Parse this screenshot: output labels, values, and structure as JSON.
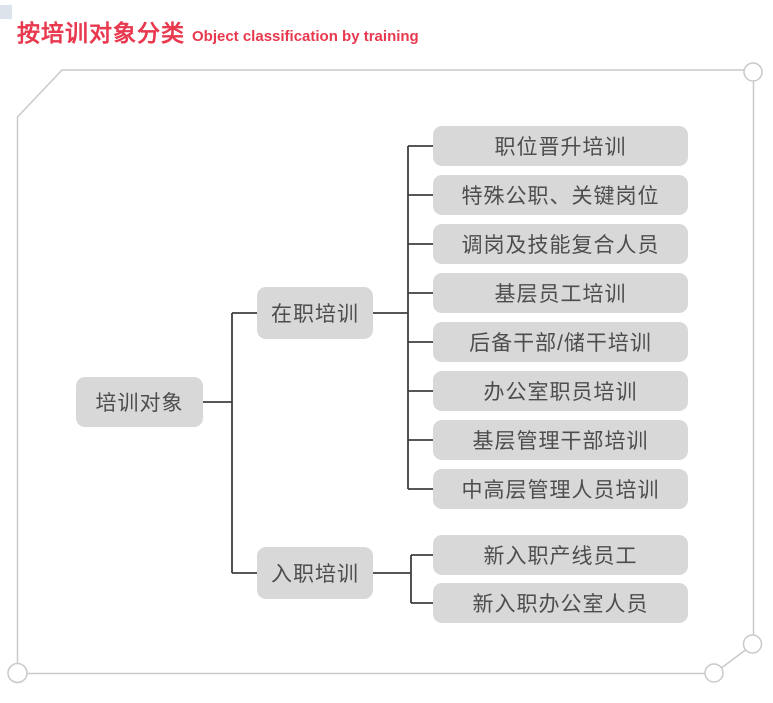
{
  "title": {
    "zh": "按培训对象分类",
    "en": "Object classification by training"
  },
  "colors": {
    "title_red": "#e8394e",
    "node_fill": "#d8d8d8",
    "node_text": "#4d4d4d",
    "connector_line": "#3f3f3f",
    "frame_line": "#c9c9c9"
  },
  "tree": {
    "root": "培训对象",
    "groups": [
      {
        "label": "在职培训",
        "children": [
          "职位晋升培训",
          "特殊公职、关键岗位",
          "调岗及技能复合人员",
          "基层员工培训",
          "后备干部/储干培训",
          "办公室职员培训",
          "基层管理干部培训",
          "中高层管理人员培训"
        ]
      },
      {
        "label": "入职培训",
        "children": [
          "新入职产线员工",
          "新入职办公室人员"
        ]
      }
    ]
  }
}
